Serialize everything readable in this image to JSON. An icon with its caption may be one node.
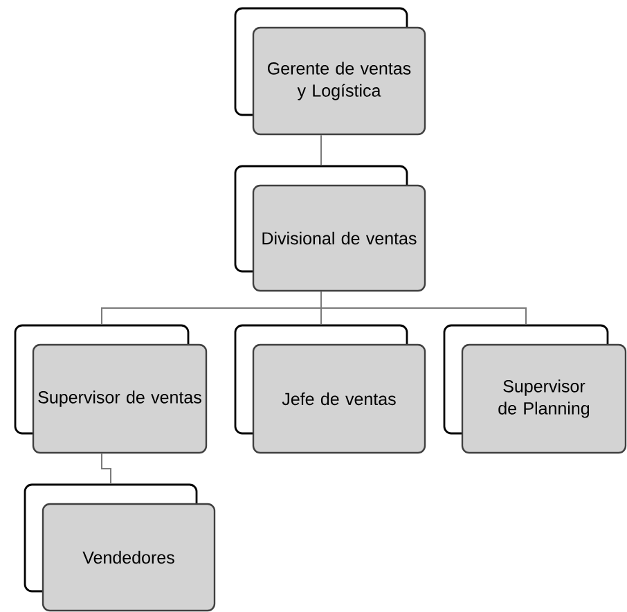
{
  "diagram": {
    "nodes": [
      {
        "text": [
          "Gerente de ventas y Logística"
        ]
      },
      {
        "text": [
          "Divisional de ventas"
        ]
      },
      {
        "text": [
          "Supervisor de ventas"
        ]
      },
      {
        "text": [
          "Jefe de ventas"
        ]
      },
      {
        "text": [
          "Supervisor de Planning"
        ]
      },
      {
        "text": [
          "Vendedores"
        ]
      }
    ],
    "edges": [
      {
        "from": 0,
        "to": 1,
        "arrow": "none"
      },
      {
        "from": 1,
        "to": 2,
        "arrow": "none"
      },
      {
        "from": 1,
        "to": 3,
        "arrow": "none"
      },
      {
        "from": 1,
        "to": 4,
        "arrow": "none"
      },
      {
        "from": 2,
        "to": 5,
        "arrow": "none"
      }
    ]
  }
}
